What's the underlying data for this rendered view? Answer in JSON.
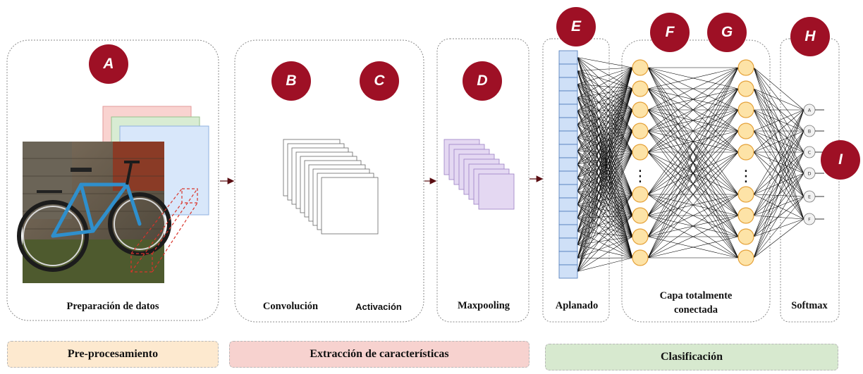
{
  "stages": {
    "preparacion": "Preparación de datos",
    "convolucion": "Convolución",
    "activacion": "Activación",
    "maxpooling": "Maxpooling",
    "aplanado": "Aplanado",
    "capa_line1": "Capa totalmente",
    "capa_line2": "conectada",
    "softmax": "Softmax"
  },
  "badges": {
    "a": "A",
    "b": "B",
    "c": "C",
    "d": "D",
    "e": "E",
    "f": "F",
    "g": "G",
    "h": "H",
    "i": "I"
  },
  "outputs": [
    "A",
    "B",
    "C",
    "D",
    "E",
    "F"
  ],
  "ellipsis": "⋮",
  "phases": {
    "preprocesamiento": "Pre-procesamiento",
    "extraccion": "Extracción de características",
    "clasificacion": "Clasificación"
  },
  "colors": {
    "badge": "#9e1025",
    "pre": "#fde9cf",
    "extract": "#f7d2cf",
    "classify": "#d7e9cf",
    "neuron_fill": "#fde3a7",
    "neuron_stroke": "#e5a23b",
    "flatten": "#cfe0f7",
    "pool": "#e4d8f2",
    "arrow": "#5a0d12"
  }
}
